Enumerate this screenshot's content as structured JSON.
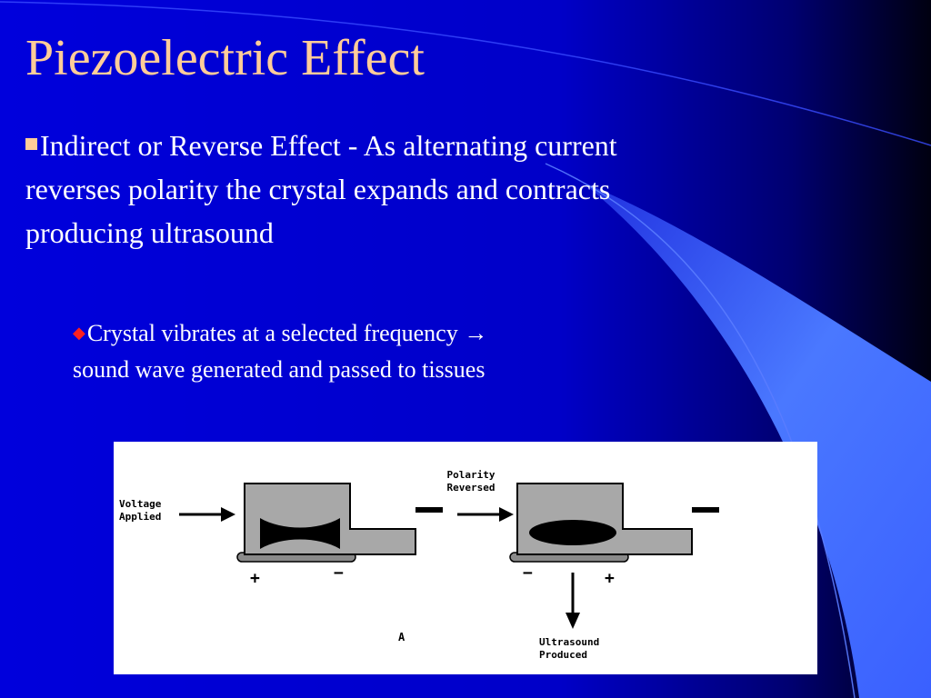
{
  "slide": {
    "title": "Piezoelectric Effect",
    "bullet_1": "Indirect or Reverse Effect - As alternating current reverses polarity the crystal expands and contracts producing ultrasound",
    "bullet_2": {
      "text_before": "Crystal vibrates at a selected frequency ",
      "arrow": "→",
      "text_after": "sound wave generated and passed to tissues"
    }
  },
  "diagram": {
    "voltage_applied": [
      "Voltage",
      "Applied"
    ],
    "polarity_reversed": [
      "Polarity",
      "Reversed"
    ],
    "ultrasound_produced": [
      "Ultrasound",
      "Produced"
    ],
    "signs": {
      "left_plus": "+",
      "left_minus": "−",
      "right_minus": "−",
      "right_plus": "+"
    },
    "label_a": "A"
  },
  "colors": {
    "title": "#ffcc99",
    "text": "#ffffff",
    "square_bullet": "#ffcc99",
    "diamond_bullet": "#ff2020",
    "background": "#0000d8"
  }
}
